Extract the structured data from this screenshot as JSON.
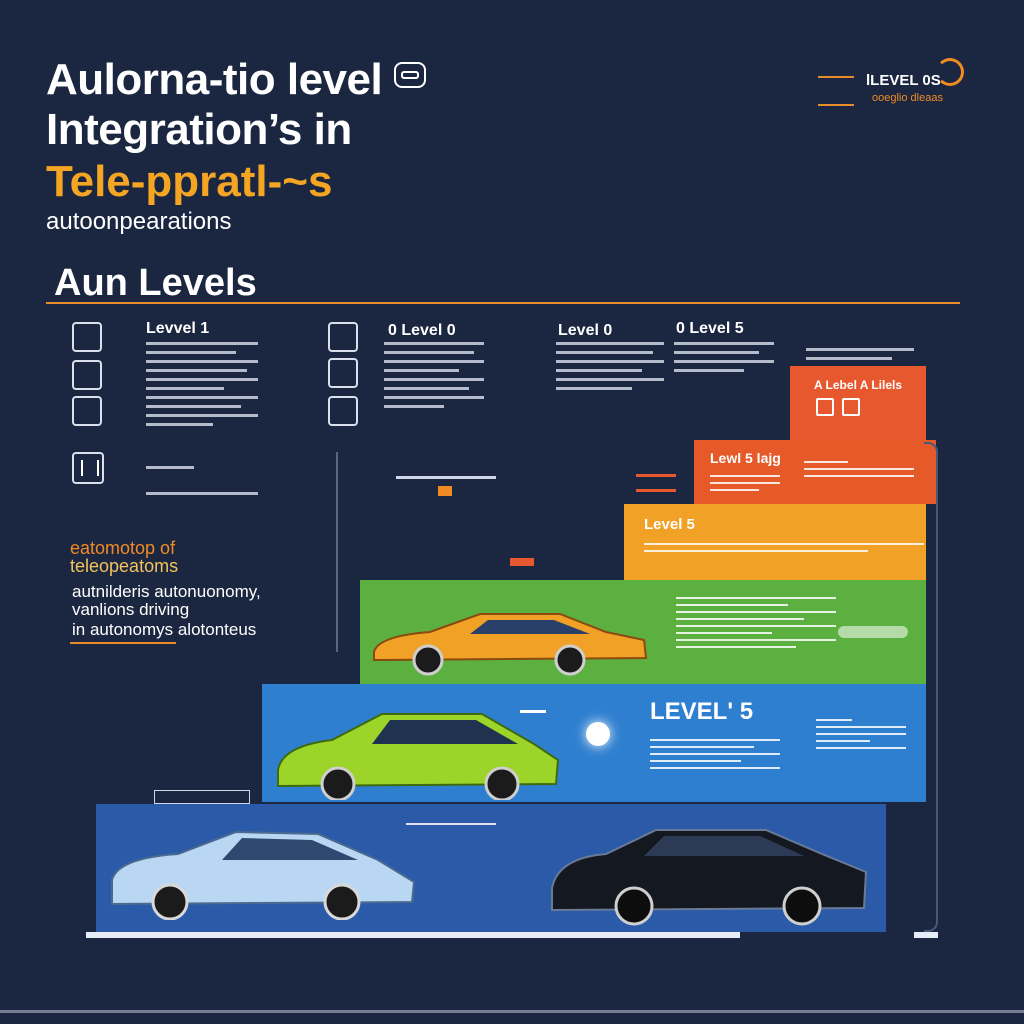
{
  "header": {
    "title_line1": "Aulorna-tio level",
    "title_line2": "Integration’s in",
    "title_line3": "Tele-ppratl-~s",
    "subtitle": "autoonpearations",
    "top_right_label": "lLEVEL 0S",
    "top_right_sub": "ooeglio dleaas"
  },
  "section": {
    "title": "Aun Levels"
  },
  "columns": [
    {
      "heading": "Levvel 1",
      "icon": "steering-wheel-icon"
    },
    {
      "heading": "0 Level 0",
      "icon": "car-front-icon"
    },
    {
      "heading": "Level 0",
      "icon": ""
    },
    {
      "heading": "0 Level 5",
      "icon": ""
    }
  ],
  "side_panel": {
    "line1": "eatomotop of",
    "line2": "teleopeatoms",
    "line3": "autnilderis autonuonomy,",
    "line4": "vanlions driving",
    "line5": "in autonomys alotonteus"
  },
  "stairs": [
    {
      "label": "A Lebel A Lilels",
      "color": "#e8582e"
    },
    {
      "label": "Lewl 5 lajg",
      "color": "#e65a2a"
    },
    {
      "label": "Level 5",
      "color": "#f1a126"
    },
    {
      "label": "",
      "color": "#5cb040"
    },
    {
      "label": "LEVEL' 5",
      "color": "#2f7fd0"
    },
    {
      "label": "",
      "color": "#2a5aa8"
    }
  ],
  "colors": {
    "background": "#1b2740",
    "accent_orange": "#f08a24",
    "title_yellow": "#f5a524"
  },
  "icons": {
    "steering": "steering-wheel-icon",
    "car": "car-front-icon",
    "road": "road-icon",
    "map": "map-icon",
    "sensor": "sensor-icon",
    "lock": "lock-icon"
  }
}
